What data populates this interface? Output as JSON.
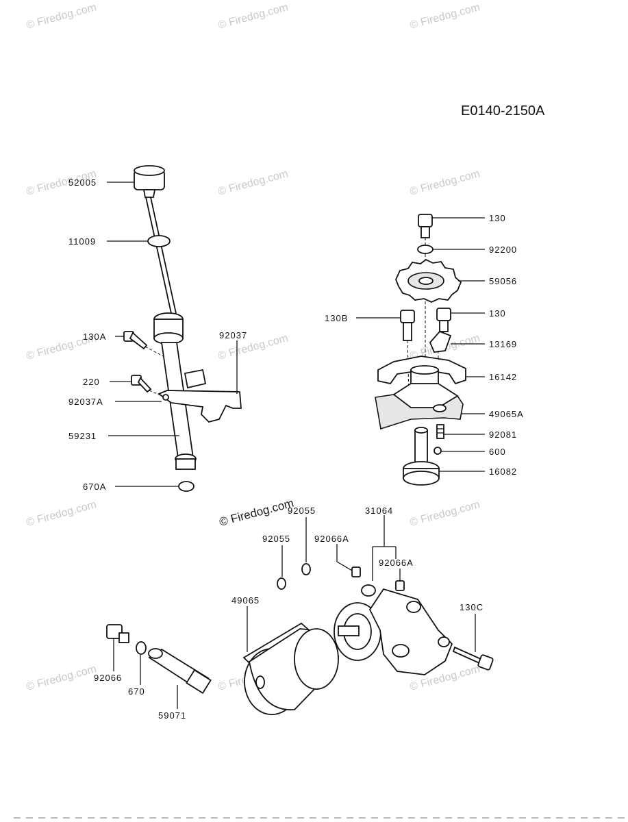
{
  "diagram_code": "E0140-2150A",
  "watermark": "© Firedog.com",
  "watermark_center": "© Firedog.com",
  "parts": {
    "p52005": "52005",
    "p11009": "11009",
    "p130A": "130A",
    "p92037": "92037",
    "p220": "220",
    "p92037A": "92037A",
    "p59231": "59231",
    "p670A": "670A",
    "p130_top": "130",
    "p92200": "92200",
    "p59056": "59056",
    "p130B": "130B",
    "p130_mid": "130",
    "p13169": "13169",
    "p16142": "16142",
    "p49065A": "49065A",
    "p92081": "92081",
    "p600": "600",
    "p16082": "16082",
    "p92055_a": "92055",
    "p92055_b": "92055",
    "p31064": "31064",
    "p92066A_a": "92066A",
    "p92066A_b": "92066A",
    "p49065": "49065",
    "p130C": "130C",
    "p92066": "92066",
    "p670": "670",
    "p59071": "59071"
  }
}
